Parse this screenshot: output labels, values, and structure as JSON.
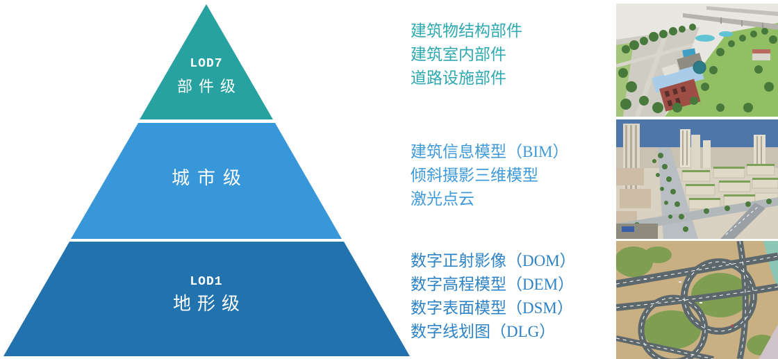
{
  "pyramid": {
    "gap_color": "#ffffff",
    "levels": [
      {
        "code": "LOD7",
        "name": "部件级",
        "fill": "#28a2a1",
        "text_color": "#2ea9b0",
        "items": [
          "建筑物结构部件",
          "建筑室内部件",
          "道路设施部件"
        ]
      },
      {
        "code": "",
        "name": "城市级",
        "fill": "#3897d9",
        "text_color": "#3f9ad9",
        "items": [
          "建筑信息模型（BIM）",
          "倾斜摄影三维模型",
          "激光点云"
        ]
      },
      {
        "code": "LOD1",
        "name": "地形级",
        "fill": "#2273ad",
        "text_color": "#2e83c6",
        "items": [
          "数字正射影像（DOM）",
          "数字高程模型（DEM）",
          "数字表面模型（DSM）",
          "数字线划图（DLG）"
        ]
      }
    ]
  },
  "photos": [
    {
      "name": "building-component-3d-model-photo"
    },
    {
      "name": "city-oblique-3d-model-photo"
    },
    {
      "name": "terrain-interchange-aerial-photo"
    }
  ]
}
